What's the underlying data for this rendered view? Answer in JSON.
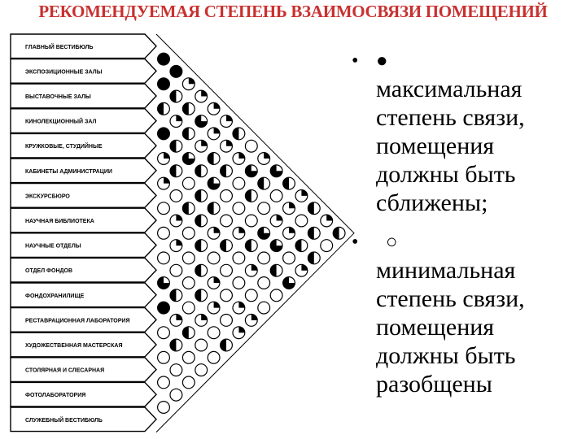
{
  "title": "РЕКОМЕНДУЕМАЯ СТЕПЕНЬ ВЗАИМОСВЯЗИ ПОМЕЩЕНИЙ",
  "rooms": [
    "ГЛАВНЫЙ ВЕСТИБЮЛЬ",
    "ЭКСПОЗИЦИОННЫЕ ЗАЛЫ",
    "ВЫСТАВОЧНЫЕ ЗАЛЫ",
    "КИНОЛЕКЦИОННЫЙ ЗАЛ",
    "КРУЖКОВЫЕ, СТУДИЙНЫЕ",
    "КАБИНЕТЫ АДМИНИСТРАЦИИ",
    "ЭКСКУРСБЮРО",
    "НАУЧНАЯ БИБЛИОТЕКА",
    "НАУЧНЫЕ ОТДЕЛЫ",
    "ОТДЕЛ ФОНДОВ",
    "ФОНДОХРАНИЛИЩЕ",
    "РЕСТАВРАЦИОННАЯ ЛАБОРАТОРИЯ",
    "ХУДОЖЕСТВЕННАЯ МАСТЕРСКАЯ",
    "СТОЛЯРНАЯ И СЛЕСАРНАЯ",
    "ФОТОЛАБОРАТОРИЯ",
    "СЛУЖЕБНЫЙ ВЕСТИБЮЛЬ"
  ],
  "matrix_rows": [
    [
      4
    ],
    [
      4,
      4
    ],
    [
      1,
      2,
      2
    ],
    [
      1,
      2,
      1,
      4
    ],
    [
      1,
      3,
      2,
      2,
      1
    ],
    [
      1,
      1,
      1,
      3,
      2,
      1
    ],
    [
      2,
      1,
      2,
      2,
      0,
      0,
      0
    ],
    [
      0,
      1,
      2,
      3,
      2,
      2,
      1,
      0
    ],
    [
      1,
      3,
      0,
      0,
      2,
      2,
      0,
      1,
      0
    ],
    [
      3,
      2,
      2,
      0,
      0,
      1,
      2,
      0,
      0,
      3
    ],
    [
      2,
      0,
      0,
      0,
      1,
      2,
      0,
      2,
      0,
      2,
      4
    ],
    [
      1,
      1,
      1,
      3,
      2,
      0,
      0,
      1,
      2,
      0,
      1,
      0
    ],
    [
      2,
      0,
      1,
      3,
      0,
      1,
      0,
      0,
      1,
      1,
      2,
      2,
      0
    ],
    [
      1,
      2,
      2,
      0,
      2,
      0,
      0,
      1,
      0,
      0,
      0,
      0,
      0,
      0
    ],
    [
      2,
      0,
      2,
      1,
      3,
      0,
      0,
      1,
      1,
      2,
      0,
      0,
      0,
      0,
      0
    ]
  ],
  "legend": [
    {
      "symbol": "●",
      "text": "максимальная степень связи, помещения должны быть сближены;"
    },
    {
      "symbol": "○",
      "text": "минимальная степень связи, помещения должны быть разобщены"
    }
  ],
  "bullet": "•",
  "colors": {
    "title": "#c8312f",
    "ink": "#000000",
    "paper": "#ffffff"
  }
}
